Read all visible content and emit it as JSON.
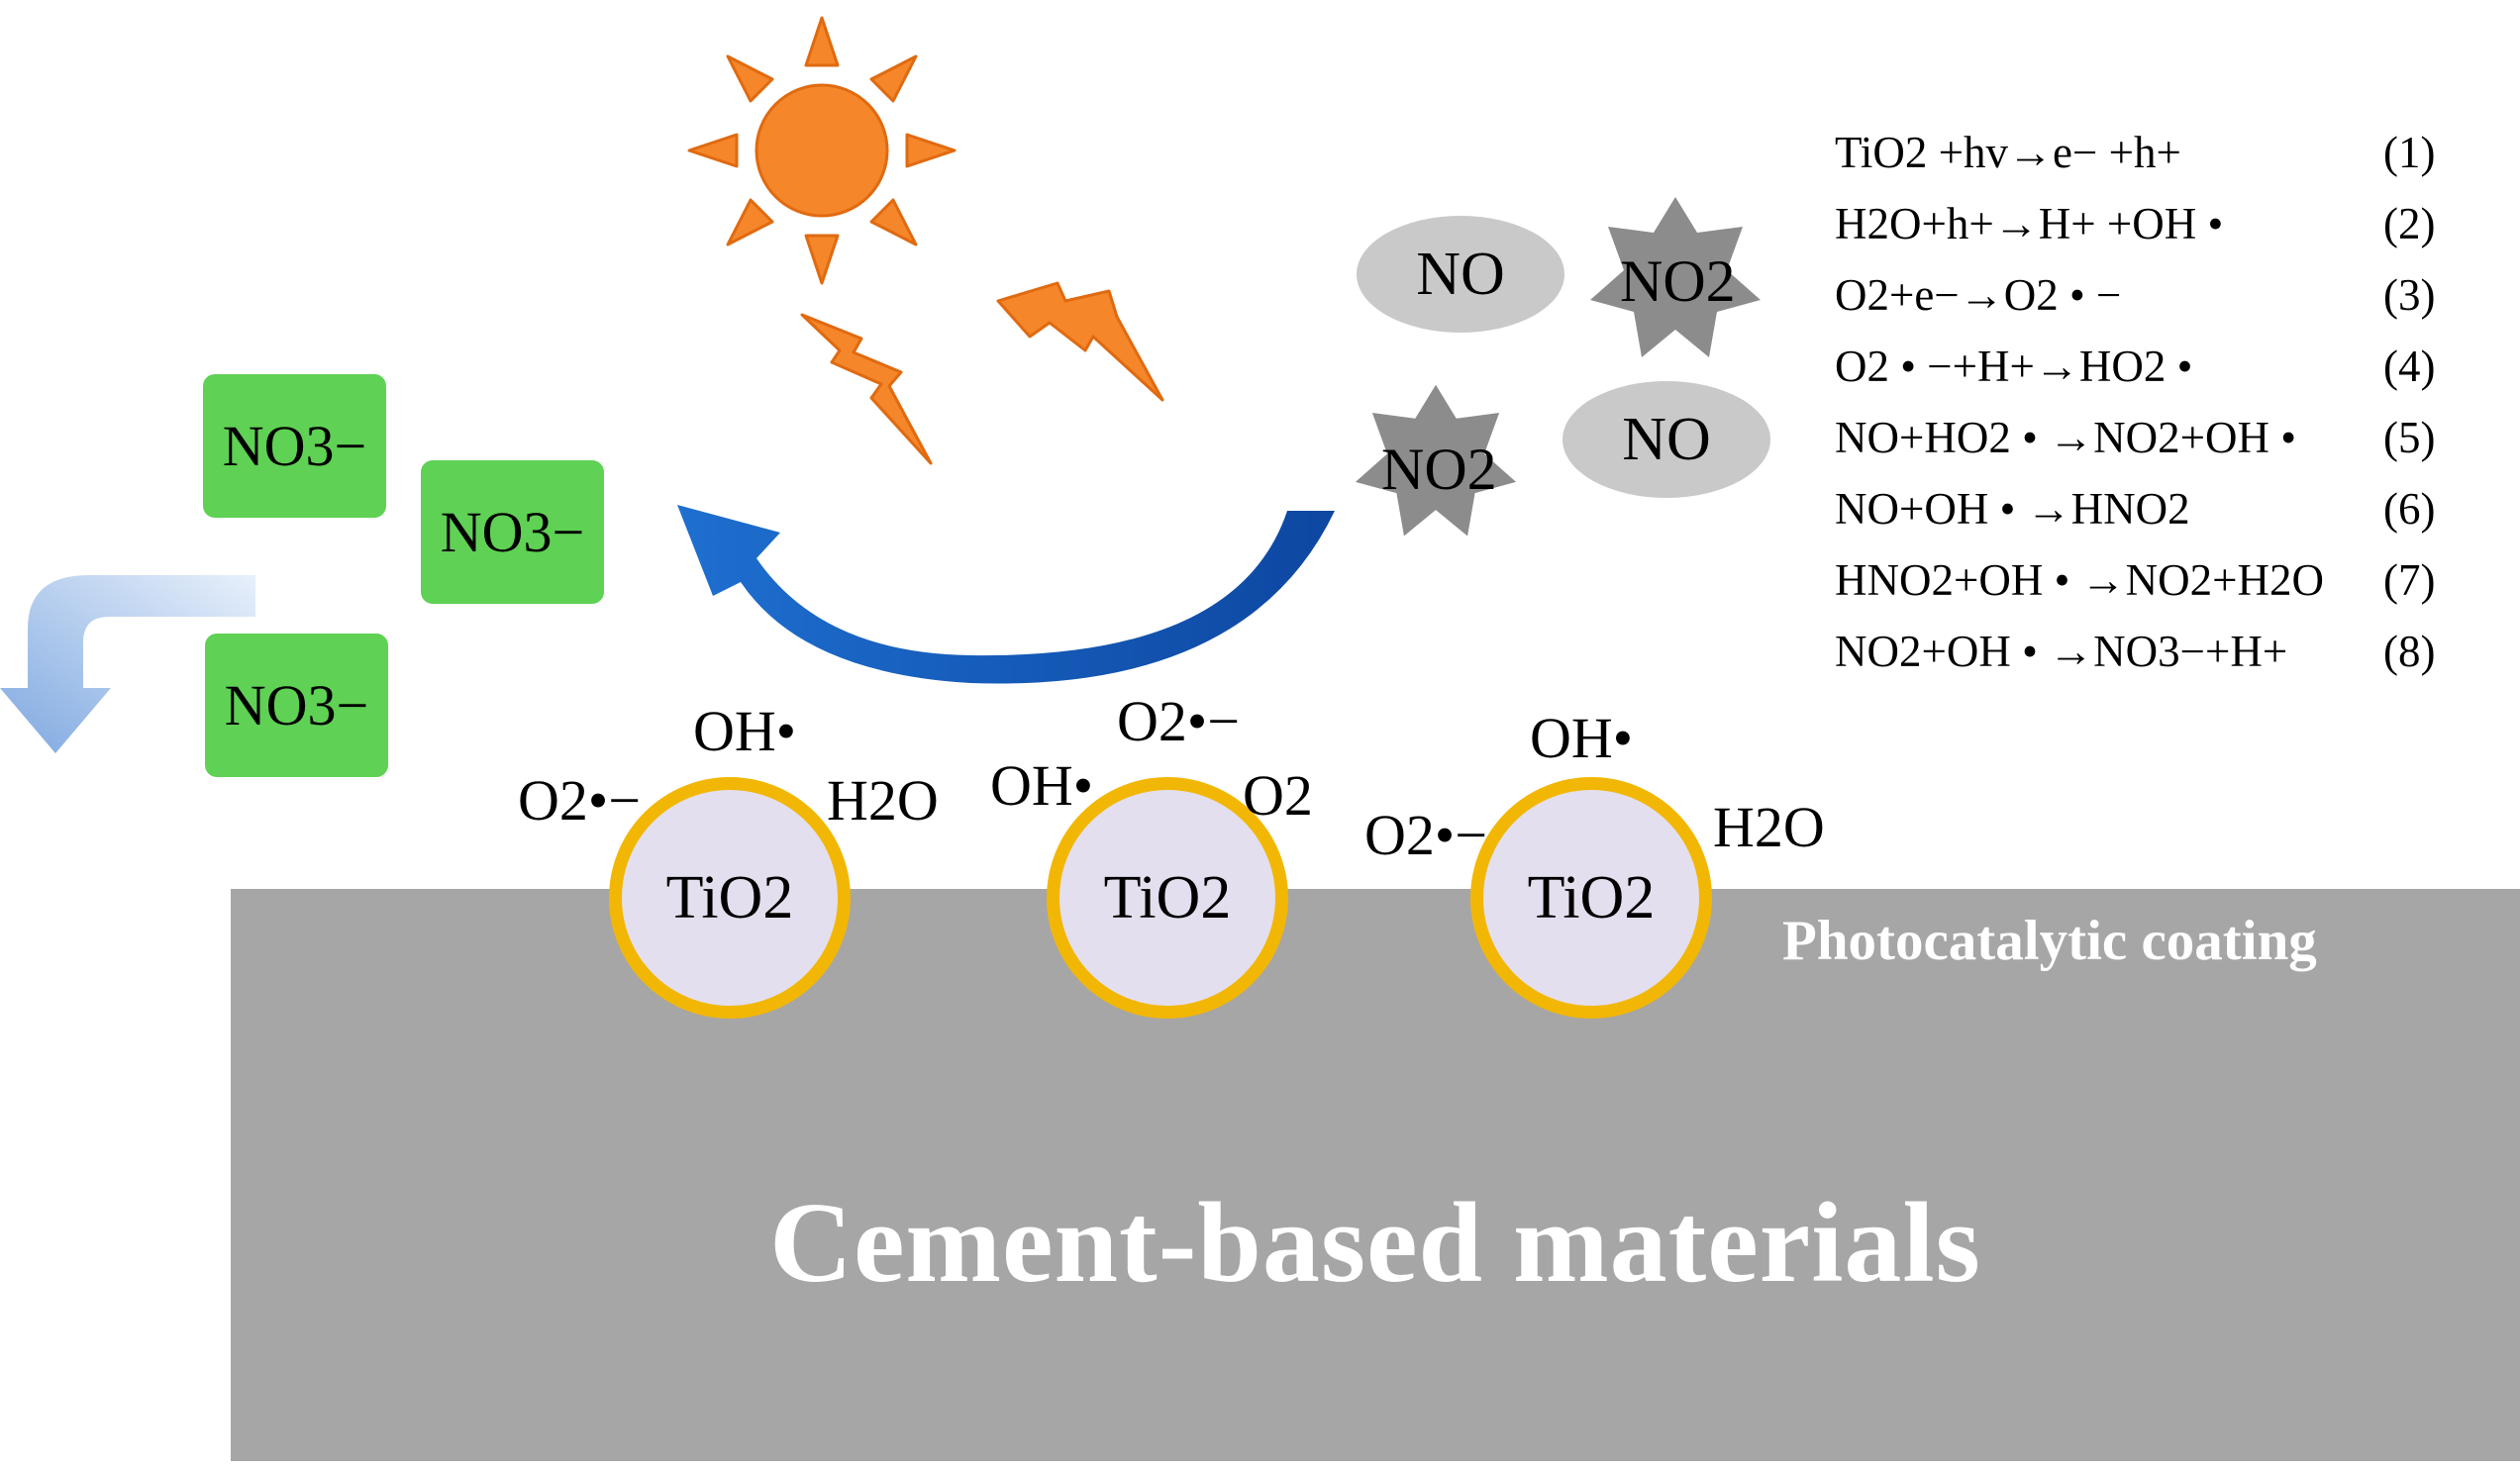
{
  "substrate": {
    "label": "Cement-based materials"
  },
  "coating": {
    "label": "Photocatalytic coating"
  },
  "particles": [
    {
      "label": "TiO2"
    },
    {
      "label": "TiO2"
    },
    {
      "label": "TiO2"
    }
  ],
  "species": {
    "o2_radical": "O2•−",
    "oh_radical": "OH•",
    "h2o": "H2O",
    "o2": "O2"
  },
  "nitrates": [
    "NO3−",
    "NO3−",
    "NO3−"
  ],
  "gases": {
    "no": "NO",
    "no2": "NO2"
  },
  "equations": [
    {
      "text": "TiO2 +hv→e− +h+",
      "number": "(1)"
    },
    {
      "text": "H2O+h+→H+ +OH •",
      "number": "(2)"
    },
    {
      "text": "O2+e−→O2 • −",
      "number": "(3)"
    },
    {
      "text": "O2 • −+H+→HO2 •",
      "number": "(4)"
    },
    {
      "text": "NO+HO2 • →NO2+OH •",
      "number": "(5)"
    },
    {
      "text": "NO+OH • →HNO2",
      "number": "(6)"
    },
    {
      "text": "HNO2+OH • →NO2+H2O",
      "number": "(7)"
    },
    {
      "text": "NO2+OH • →NO3−+H+",
      "number": "(8)"
    }
  ],
  "colors": {
    "substrate": "#a6a6a6",
    "particle_fill": "#e3dfee",
    "particle_ring": "#f2b705",
    "nitrate_box": "#5fd154",
    "gas_ellipse": "#c9c9c9",
    "gas_star": "#8c8c8c",
    "sun": "#f5862a",
    "arrow_blue": "#1565c0",
    "arrow_light": "#9dbde8"
  },
  "icons": [
    "sun-icon",
    "lightning-icon",
    "curved-arrow-icon",
    "release-arrow-icon"
  ]
}
